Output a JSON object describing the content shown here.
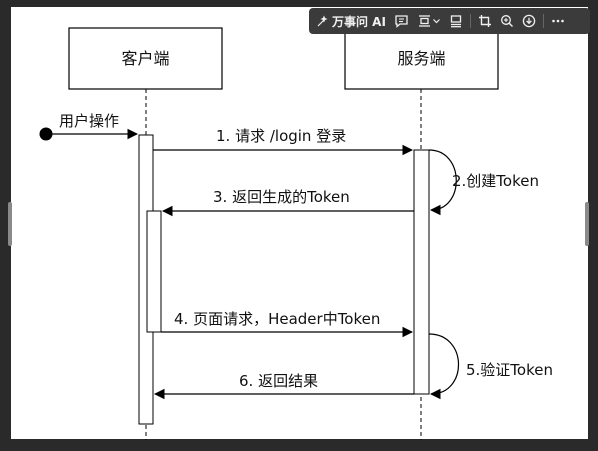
{
  "toolbar": {
    "ai_label": "万事问 AI",
    "icons": [
      "ai-sparkle-icon",
      "comment-icon",
      "align-icon",
      "chevron-down-icon",
      "layout-icon",
      "crop-icon",
      "zoom-in-icon",
      "download-icon",
      "more-icon"
    ]
  },
  "diagram": {
    "participants": [
      {
        "id": "client",
        "label": "客户端"
      },
      {
        "id": "server",
        "label": "服务端"
      }
    ],
    "start_label": "用户操作",
    "messages": [
      {
        "id": "m1",
        "label": "1. 请求 /login 登录",
        "from": "client",
        "to": "server"
      },
      {
        "id": "m2",
        "label": "2.创建Token",
        "from": "server",
        "to": "server"
      },
      {
        "id": "m3",
        "label": "3. 返回生成的Token",
        "from": "server",
        "to": "client"
      },
      {
        "id": "m4",
        "label": "4. 页面请求，Header中Token",
        "from": "client",
        "to": "server"
      },
      {
        "id": "m5",
        "label": "5.验证Token",
        "from": "server",
        "to": "server"
      },
      {
        "id": "m6",
        "label": "6. 返回结果",
        "from": "server",
        "to": "client"
      }
    ]
  },
  "colors": {
    "line": "#000000",
    "background": "#ffffff",
    "frame": "#2a2a2a",
    "toolbar": "#3b3b3b"
  }
}
